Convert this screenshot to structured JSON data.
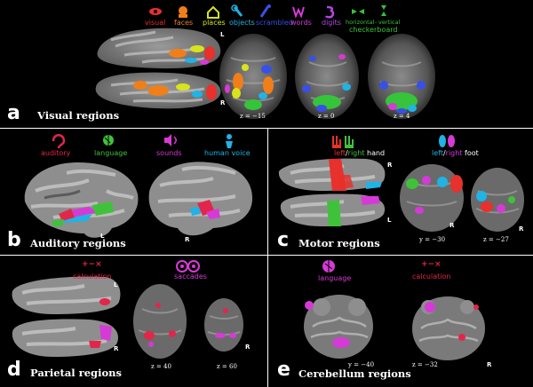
{
  "panel_a": {
    "letter": "a",
    "title": "Visual regions",
    "legend": [
      {
        "label": "visual",
        "color": "#e8302c"
      },
      {
        "label": "faces",
        "color": "#f07f1a"
      },
      {
        "label": "places",
        "color": "#d7e31c"
      },
      {
        "label": "objects",
        "color": "#1fb3e6"
      },
      {
        "label": "scrambled",
        "color": "#3750e8"
      },
      {
        "label": "words",
        "color": "#d63ad6"
      },
      {
        "label": "digits",
        "color": "#b447e0"
      },
      {
        "label": "horizontal",
        "color": "#36c43a"
      },
      {
        "label": "vertical",
        "color": "#36c43a"
      },
      {
        "label": "checkerboard",
        "color": "#36c43a"
      }
    ],
    "sep": "-",
    "hemi_top": "L",
    "hemi_bottom": "R",
    "slices": [
      "z = −15",
      "z = 0",
      "z = 4"
    ]
  },
  "panel_b": {
    "letter": "b",
    "title": "Auditory regions",
    "legend": [
      {
        "label": "auditory",
        "color": "#e2264a"
      },
      {
        "label": "language",
        "color": "#3fc23a"
      },
      {
        "label": "sounds",
        "color": "#d63ad6"
      },
      {
        "label": "human voice",
        "color": "#1fb3e6"
      }
    ],
    "hemi_left": "L",
    "hemi_right": "R"
  },
  "panel_c": {
    "letter": "c",
    "title": "Motor regions",
    "hand": {
      "left": "left",
      "sep": "/",
      "right": "right",
      "noun": "hand",
      "left_color": "#e8302c",
      "right_color": "#3fc23a"
    },
    "foot": {
      "left": "left",
      "sep": "/",
      "right": "right",
      "noun": "foot",
      "left_color": "#1fb3e6",
      "right_color": "#d63ad6"
    },
    "hemi_top": "R",
    "hemi_bottom": "L",
    "slices": [
      "y = −30",
      "z = −27"
    ],
    "slice_hemi": [
      "R",
      "R"
    ]
  },
  "panel_d": {
    "letter": "d",
    "title": "Parietal regions",
    "legend": [
      {
        "label": "calculation",
        "color": "#e2264a",
        "glyph": "+−×"
      },
      {
        "label": "saccades",
        "color": "#d63ad6"
      }
    ],
    "hemi_top": "L",
    "hemi_bottom": "R",
    "slices": [
      "z = 40",
      "z = 60"
    ],
    "slice_hemi": "R"
  },
  "panel_e": {
    "letter": "e",
    "title": "Cerebellum regions",
    "legend": [
      {
        "label": "language",
        "color": "#d63ad6"
      },
      {
        "label": "calculation",
        "color": "#e2264a",
        "glyph": "+−×"
      }
    ],
    "slices": [
      "y = −40",
      "z = −32"
    ],
    "slice_hemi": "R"
  }
}
